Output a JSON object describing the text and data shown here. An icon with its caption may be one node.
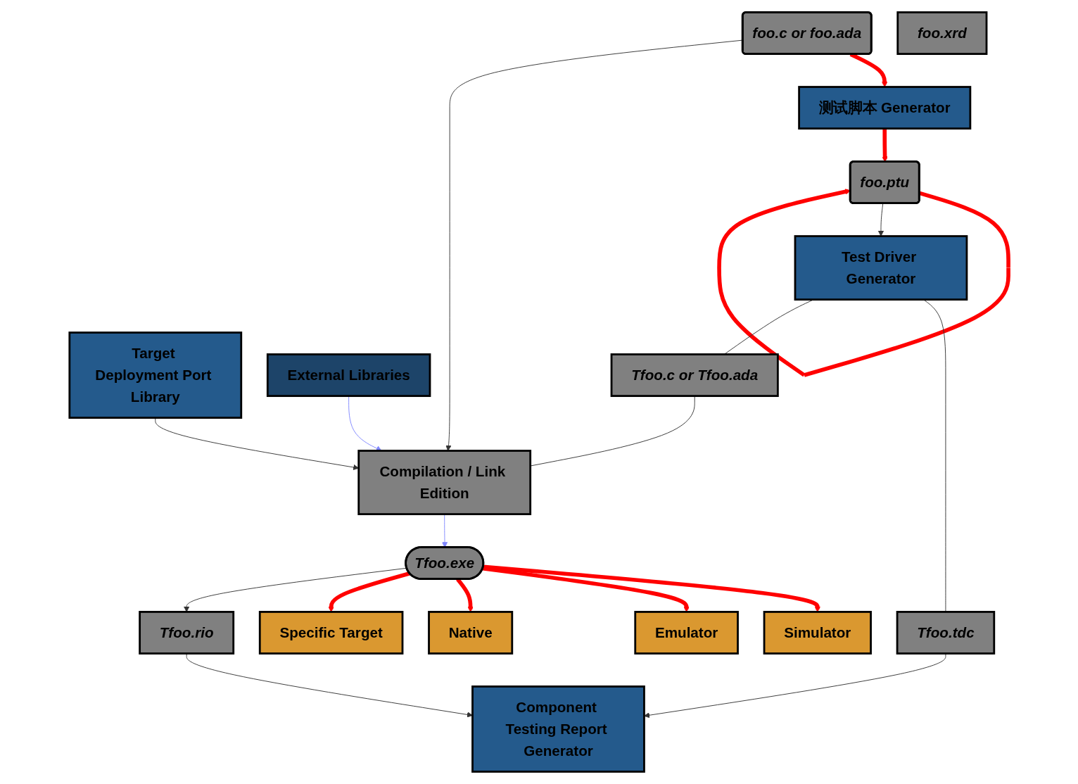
{
  "diagram": {
    "nodes": [
      {
        "text": [
          "foo.ptu"
        ]
      },
      {
        "text": [
          "测试脚本 Generator"
        ]
      },
      {
        "text": [
          "foo.c or foo.ada"
        ]
      },
      {
        "text": [
          "Tfoo.tdc"
        ]
      },
      {
        "text": [
          "Test Driver Generator"
        ]
      },
      {
        "text": [
          "Target Deployment Port Library"
        ]
      },
      {
        "text": [
          "External Libraries"
        ]
      },
      {
        "text": [
          "Tfoo.c or Tfoo.ada"
        ]
      },
      {
        "text": [
          "Compilation / Link Edition"
        ]
      },
      {
        "text": [
          "Simulator"
        ]
      },
      {
        "text": [
          "Tfoo.exe"
        ]
      },
      {
        "text": [
          "Native"
        ]
      },
      {
        "text": [
          "Emulator"
        ]
      },
      {
        "text": [
          "Specific Target"
        ]
      },
      {
        "text": [
          "Tfoo.rio"
        ]
      },
      {
        "text": [
          "Component Testing Report Generator"
        ]
      },
      {
        "text": [
          "foo.xrd"
        ]
      }
    ],
    "edges": [
      {
        "from": 0,
        "to": 0,
        "arrow": "to",
        "style": "thick",
        "color": "#ff0000"
      },
      {
        "from": 1,
        "to": 0,
        "arrow": "to",
        "style": "thick",
        "color": "#ff0000"
      },
      {
        "from": 2,
        "to": 1,
        "arrow": "to",
        "style": "thick",
        "color": "#ff0000"
      },
      {
        "from": 0,
        "to": 4,
        "arrow": "to"
      },
      {
        "from": 4,
        "to": 3,
        "arrow": "none"
      },
      {
        "from": 4,
        "to": 7,
        "arrow": "none"
      },
      {
        "from": 7,
        "to": 8,
        "arrow": "none"
      },
      {
        "from": 5,
        "to": 8,
        "arrow": "to"
      },
      {
        "from": 2,
        "to": 8,
        "arrow": "to"
      },
      {
        "from": 6,
        "to": 8,
        "arrow": "to",
        "color": "#7f86ff"
      },
      {
        "from": 8,
        "to": 10,
        "arrow": "to",
        "color": "#7f86ff"
      },
      {
        "from": 10,
        "to": 9,
        "arrow": "to",
        "style": "thick",
        "color": "#ff0000"
      },
      {
        "from": 10,
        "to": 12,
        "arrow": "to",
        "style": "thick",
        "color": "#ff0000"
      },
      {
        "from": 10,
        "to": 11,
        "arrow": "to",
        "style": "thick",
        "color": "#ff0000"
      },
      {
        "from": 10,
        "to": 13,
        "arrow": "to",
        "style": "thick",
        "color": "#ff0000"
      },
      {
        "from": 10,
        "to": 14,
        "arrow": "to"
      },
      {
        "from": 14,
        "to": 15,
        "arrow": "to"
      },
      {
        "from": 3,
        "to": 15,
        "arrow": "to"
      }
    ]
  }
}
